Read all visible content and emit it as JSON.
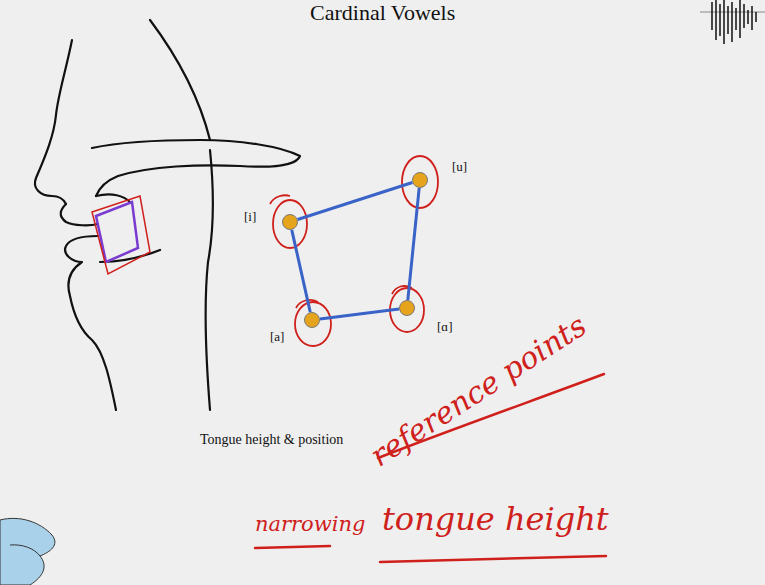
{
  "diagram": {
    "title": "Cardinal Vowels",
    "nodes": [
      {
        "text": [
          "[i]"
        ]
      },
      {
        "text": [
          "[u]"
        ]
      },
      {
        "text": [
          "[a]"
        ]
      },
      {
        "text": [
          "[ɑ]"
        ]
      }
    ],
    "edges": [
      {
        "from": 0,
        "to": 1,
        "arrow": "none"
      },
      {
        "from": 1,
        "to": 3,
        "arrow": "none"
      },
      {
        "from": 3,
        "to": 2,
        "arrow": "none"
      },
      {
        "from": 2,
        "to": 0,
        "arrow": "none"
      }
    ],
    "labels": [
      "Tongue height & position",
      "reference points",
      "narrowing",
      "tongue height"
    ]
  }
}
